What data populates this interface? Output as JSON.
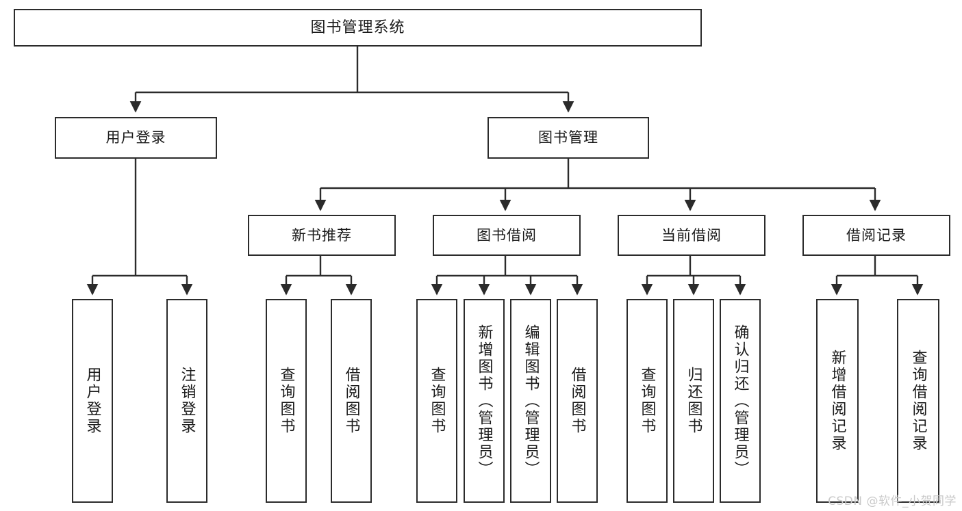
{
  "diagram": {
    "title": "图书管理系统",
    "type": "tree-hierarchy-chart",
    "colors": {
      "background": "#ffffff",
      "node_border": "#2b2b2b",
      "node_fill": "#ffffff",
      "edge": "#2b2b2b",
      "text": "#1a1a1a",
      "watermark": "#c9c9c9"
    }
  },
  "nodes": {
    "root": {
      "label": "图书管理系统"
    },
    "level2": {
      "user_login": "用户登录",
      "book_manage": "图书管理"
    },
    "level3": {
      "new_book_rec": "新书推荐",
      "book_borrow": "图书借阅",
      "current_borrow": "当前借阅",
      "borrow_record": "借阅记录"
    },
    "leaves": {
      "user_login_children": [
        "用户登录",
        "注销登录"
      ],
      "new_book_rec_children": [
        "查询图书",
        "借阅图书"
      ],
      "book_borrow_children": [
        "查询图书",
        "新增图书（管理员）",
        "编辑图书（管理员）",
        "借阅图书"
      ],
      "current_borrow_children": [
        "查询图书",
        "归还图书",
        "确认归还（管理员）"
      ],
      "borrow_record_children": [
        "新增借阅记录",
        "查询借阅记录"
      ]
    }
  },
  "watermark": {
    "text": "CSDN @软件_小贺同学"
  }
}
